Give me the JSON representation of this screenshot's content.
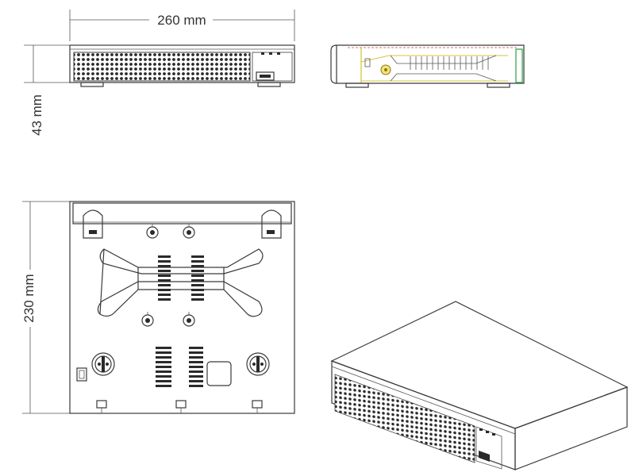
{
  "dimensions": {
    "width": "260 mm",
    "height": "43 mm",
    "depth": "230 mm"
  },
  "views": [
    "front-view",
    "side-view",
    "bottom-view",
    "isometric-view"
  ],
  "colors": {
    "line": "#3a3a3a",
    "text": "#333333",
    "side_red": "#d04040",
    "side_yellow": "#c8b400",
    "side_green": "#2aa040"
  }
}
